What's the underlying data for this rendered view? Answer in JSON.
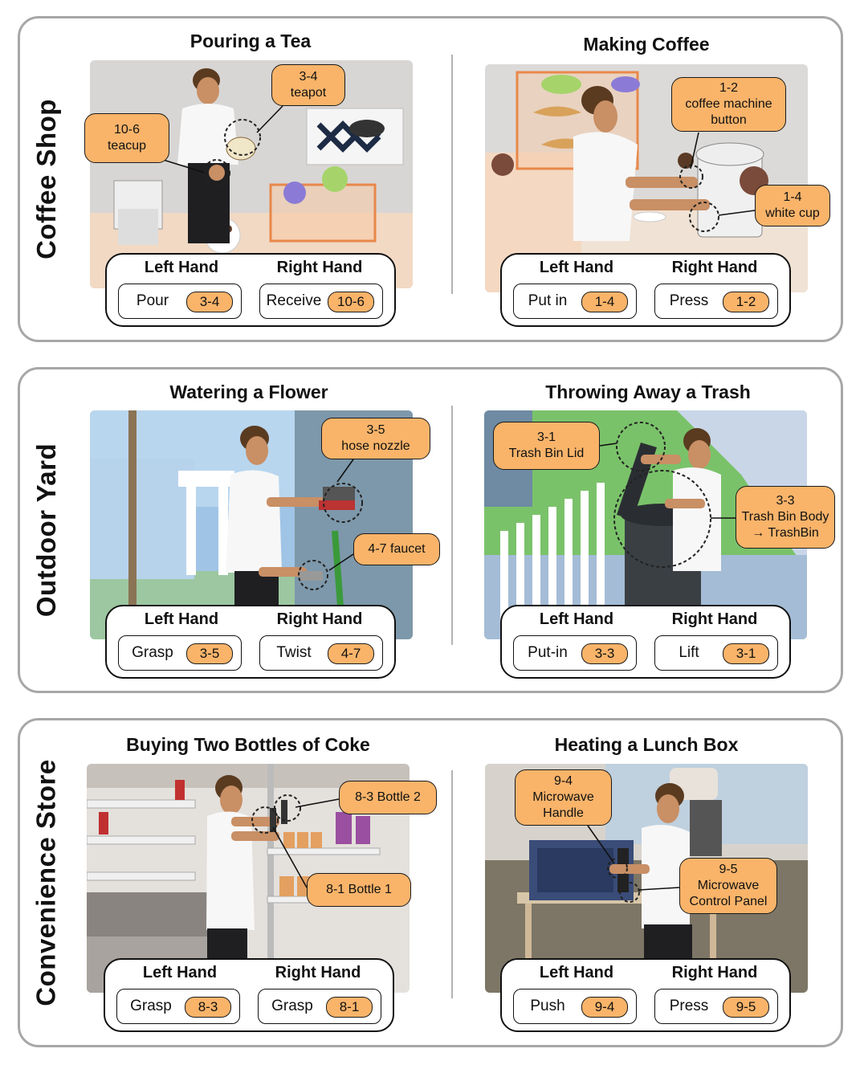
{
  "hand_labels": {
    "left": "Left Hand",
    "right": "Right Hand"
  },
  "groups": [
    {
      "label": "Coffee Shop",
      "tasks": [
        {
          "title": "Pouring a Tea",
          "callouts": [
            {
              "lines": [
                "3-4",
                "teapot"
              ]
            },
            {
              "lines": [
                "10-6",
                "teacup"
              ]
            }
          ],
          "left_action": {
            "verb": "Pour",
            "tag": "3-4"
          },
          "right_action": {
            "verb": "Receive",
            "tag": "10-6"
          }
        },
        {
          "title": "Making Coffee",
          "callouts": [
            {
              "lines": [
                "1-2",
                "coffee machine",
                "button"
              ]
            },
            {
              "lines": [
                "1-4",
                "white cup"
              ]
            }
          ],
          "left_action": {
            "verb": "Put in",
            "tag": "1-4"
          },
          "right_action": {
            "verb": "Press",
            "tag": "1-2"
          }
        }
      ]
    },
    {
      "label": "Outdoor Yard",
      "tasks": [
        {
          "title": "Watering a Flower",
          "callouts": [
            {
              "lines": [
                "3-5",
                "hose nozzle"
              ]
            },
            {
              "lines": [
                "4-7 faucet"
              ]
            }
          ],
          "left_action": {
            "verb": "Grasp",
            "tag": "3-5"
          },
          "right_action": {
            "verb": "Twist",
            "tag": "4-7"
          }
        },
        {
          "title": "Throwing Away a Trash",
          "callouts": [
            {
              "lines": [
                "3-1",
                "Trash Bin Lid"
              ]
            },
            {
              "lines": [
                "3-3",
                "Trash Bin Body",
                "→ TrashBin"
              ]
            }
          ],
          "left_action": {
            "verb": "Put-in",
            "tag": "3-3"
          },
          "right_action": {
            "verb": "Lift",
            "tag": "3-1"
          }
        }
      ]
    },
    {
      "label": "Convenience Store",
      "tasks": [
        {
          "title": "Buying Two Bottles of Coke",
          "callouts": [
            {
              "lines": [
                "8-3 Bottle 2"
              ]
            },
            {
              "lines": [
                "8-1 Bottle 1"
              ]
            }
          ],
          "left_action": {
            "verb": "Grasp",
            "tag": "8-3"
          },
          "right_action": {
            "verb": "Grasp",
            "tag": "8-1"
          }
        },
        {
          "title": "Heating a Lunch Box",
          "callouts": [
            {
              "lines": [
                "9-4",
                "Microwave",
                "Handle"
              ]
            },
            {
              "lines": [
                "9-5",
                "Microwave",
                "Control Panel"
              ]
            }
          ],
          "left_action": {
            "verb": "Push",
            "tag": "9-4"
          },
          "right_action": {
            "verb": "Press",
            "tag": "9-5"
          }
        }
      ]
    }
  ],
  "colors": {
    "callout_fill": "#f9b46a",
    "border": "#a7a7a7"
  }
}
